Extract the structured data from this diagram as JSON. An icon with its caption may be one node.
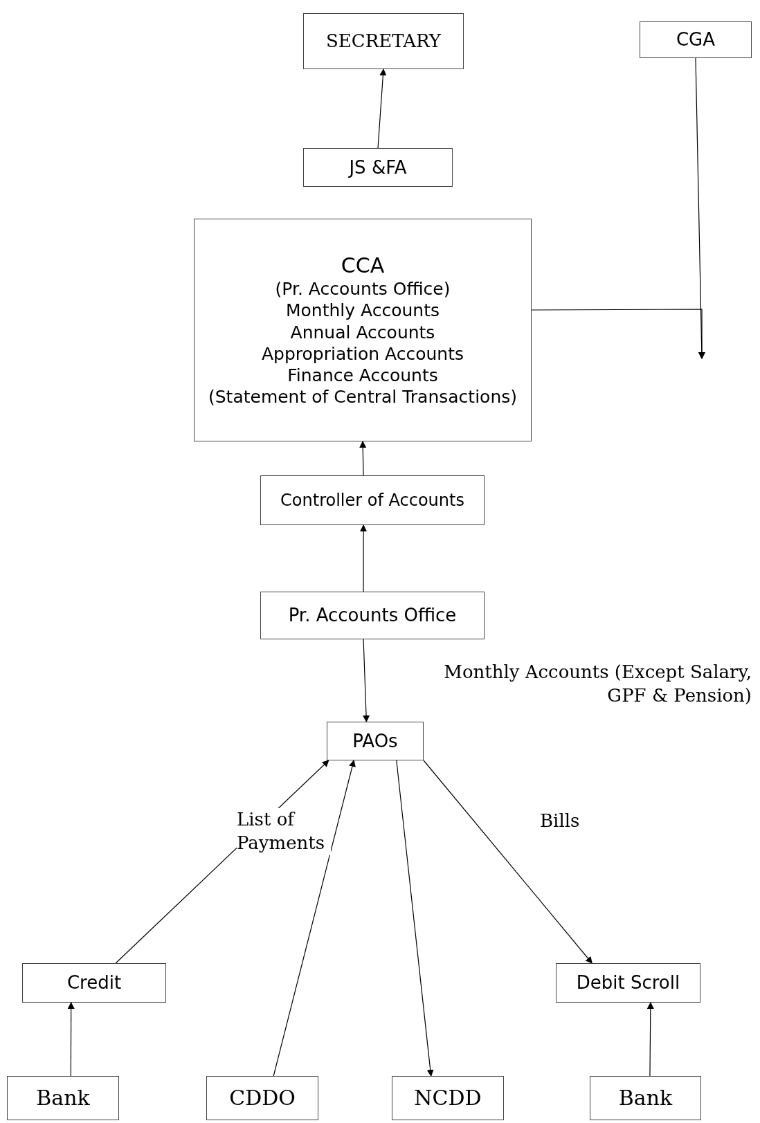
{
  "diagram": {
    "nodes": [
      {
        "text": [
          "SECRETARY"
        ]
      },
      {
        "text": [
          "CGA"
        ]
      },
      {
        "text": [
          "JS &FA"
        ]
      },
      {
        "text": [
          "CCA",
          "(Pr. Accounts Office)",
          "Monthly Accounts",
          "Annual Accounts",
          "Appropriation Accounts",
          "Finance Accounts",
          "(Statement of Central Transactions)"
        ]
      },
      {
        "text": [
          "Controller of Accounts"
        ]
      },
      {
        "text": [
          "Pr. Accounts Office"
        ]
      },
      {
        "text": [
          "PAOs"
        ]
      },
      {
        "text": [
          "Credit"
        ]
      },
      {
        "text": [
          "Debit Scroll"
        ]
      },
      {
        "text": [
          "Bank"
        ]
      },
      {
        "text": [
          "CDDO"
        ]
      },
      {
        "text": [
          "NCDD"
        ]
      },
      {
        "text": [
          "Bank"
        ]
      }
    ],
    "edges": [
      {
        "from": 2,
        "to": 0,
        "arrow": "to"
      },
      {
        "from": 1,
        "to": null,
        "arrow": "to"
      },
      {
        "from": 3,
        "to": null,
        "arrow": "to"
      },
      {
        "from": 4,
        "to": 3,
        "arrow": "to"
      },
      {
        "from": 5,
        "to": 4,
        "arrow": "to"
      },
      {
        "from": 5,
        "to": 6,
        "arrow": "to"
      },
      {
        "from": 7,
        "to": 6,
        "arrow": "to"
      },
      {
        "from": 10,
        "to": 6,
        "arrow": "to"
      },
      {
        "from": 6,
        "to": 11,
        "arrow": "to"
      },
      {
        "from": 6,
        "to": 8,
        "arrow": "to"
      },
      {
        "from": 9,
        "to": 7,
        "arrow": "to"
      },
      {
        "from": 12,
        "to": 8,
        "arrow": "to"
      }
    ],
    "labels": [
      "Monthly Accounts (Except Salary, GPF & Pension)",
      "List of Payments",
      "Bills"
    ]
  }
}
